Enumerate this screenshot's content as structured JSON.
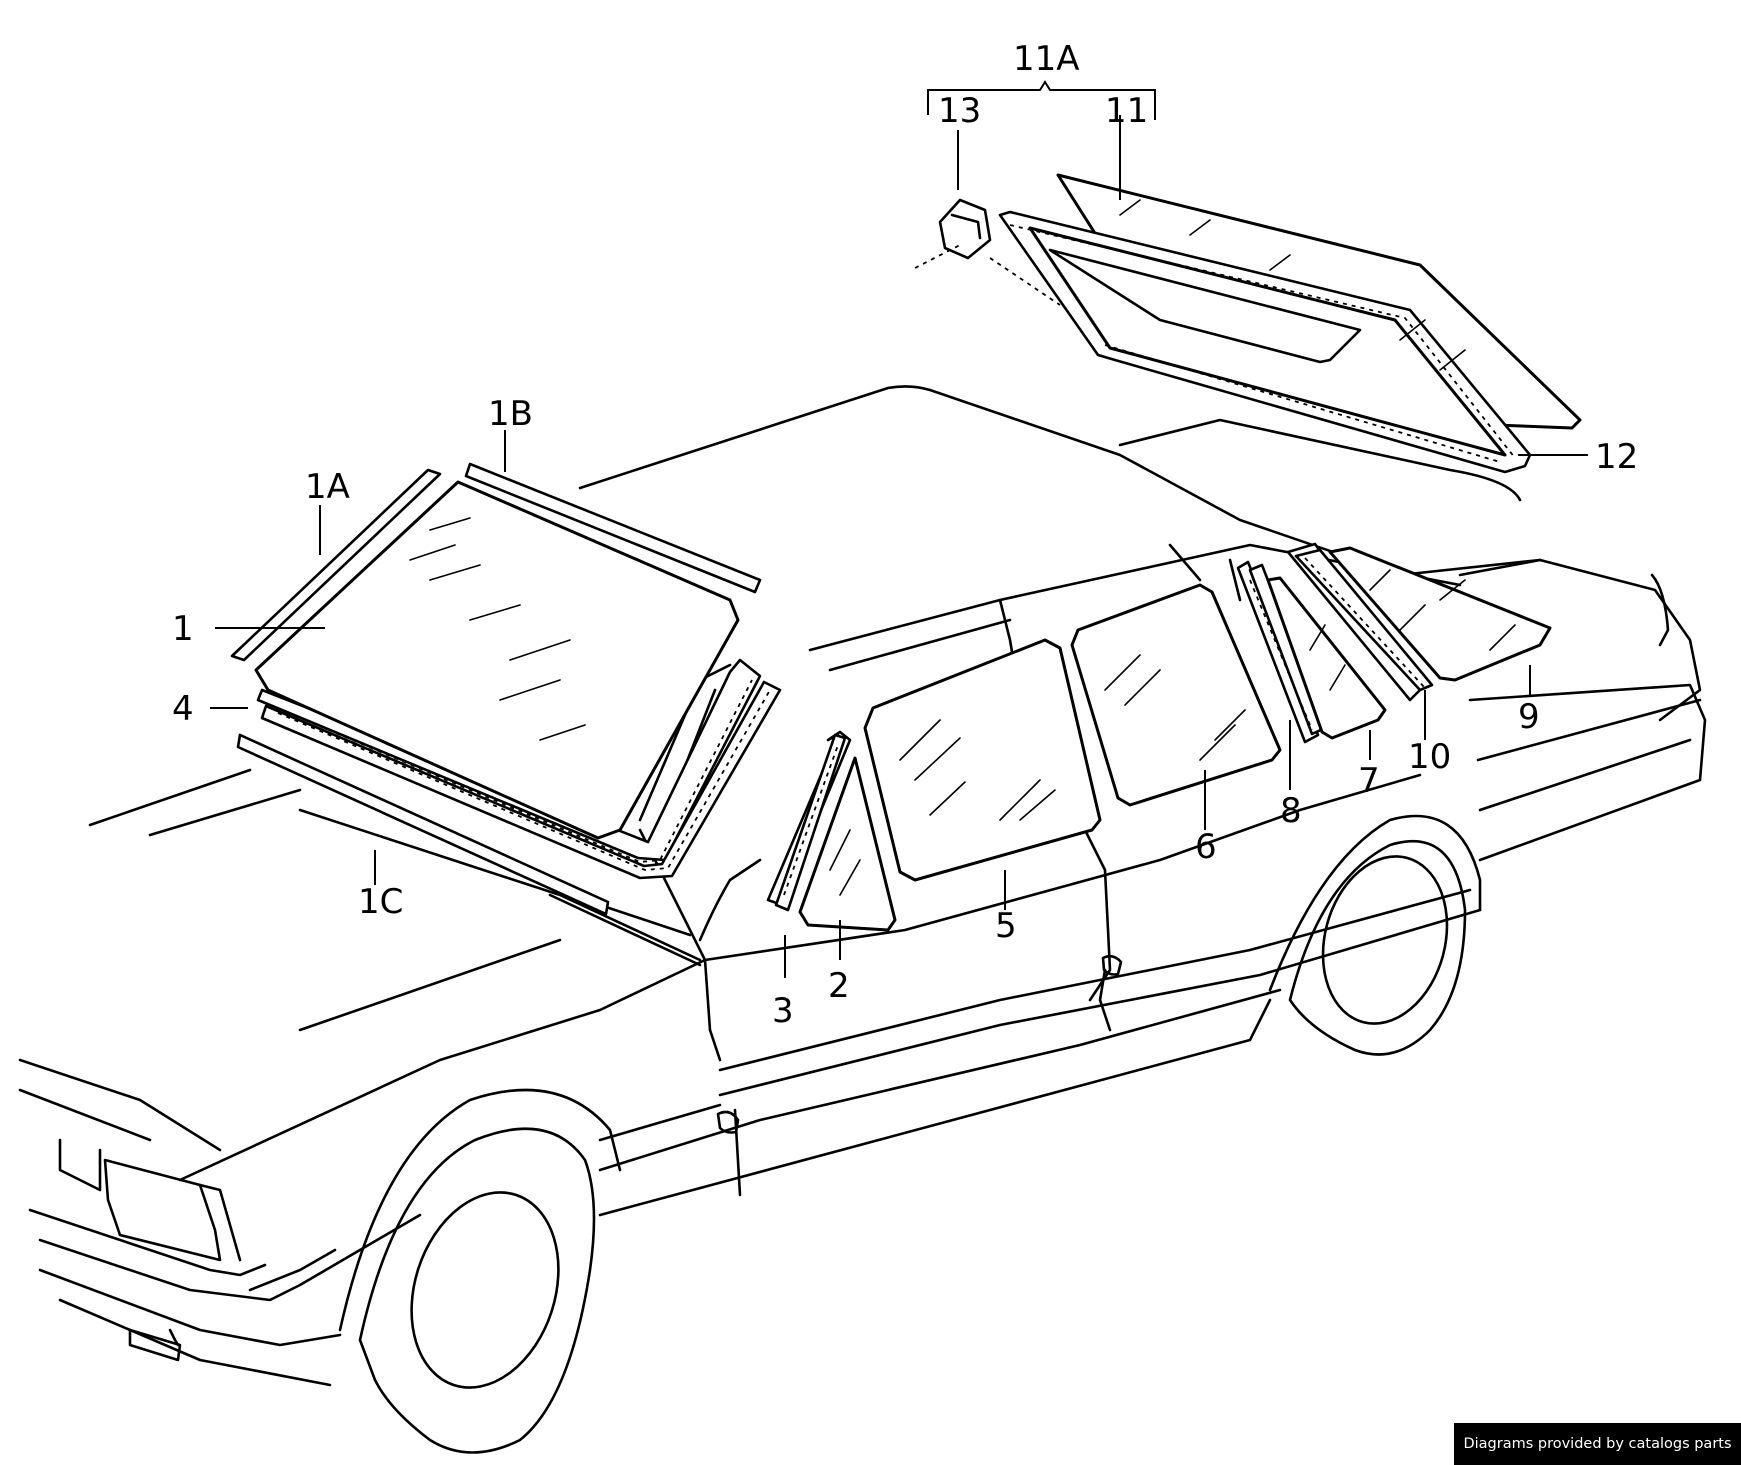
{
  "diagram": {
    "callouts": {
      "p1": "1",
      "p1a": "1A",
      "p1b": "1B",
      "p1c": "1C",
      "p2": "2",
      "p3": "3",
      "p4": "4",
      "p5": "5",
      "p6": "6",
      "p7": "7",
      "p8": "8",
      "p9": "9",
      "p10": "10",
      "p11": "11",
      "p11a": "11A",
      "p12": "12",
      "p13": "13"
    }
  },
  "footer": {
    "credit": "Diagrams provided by catalogs parts"
  }
}
